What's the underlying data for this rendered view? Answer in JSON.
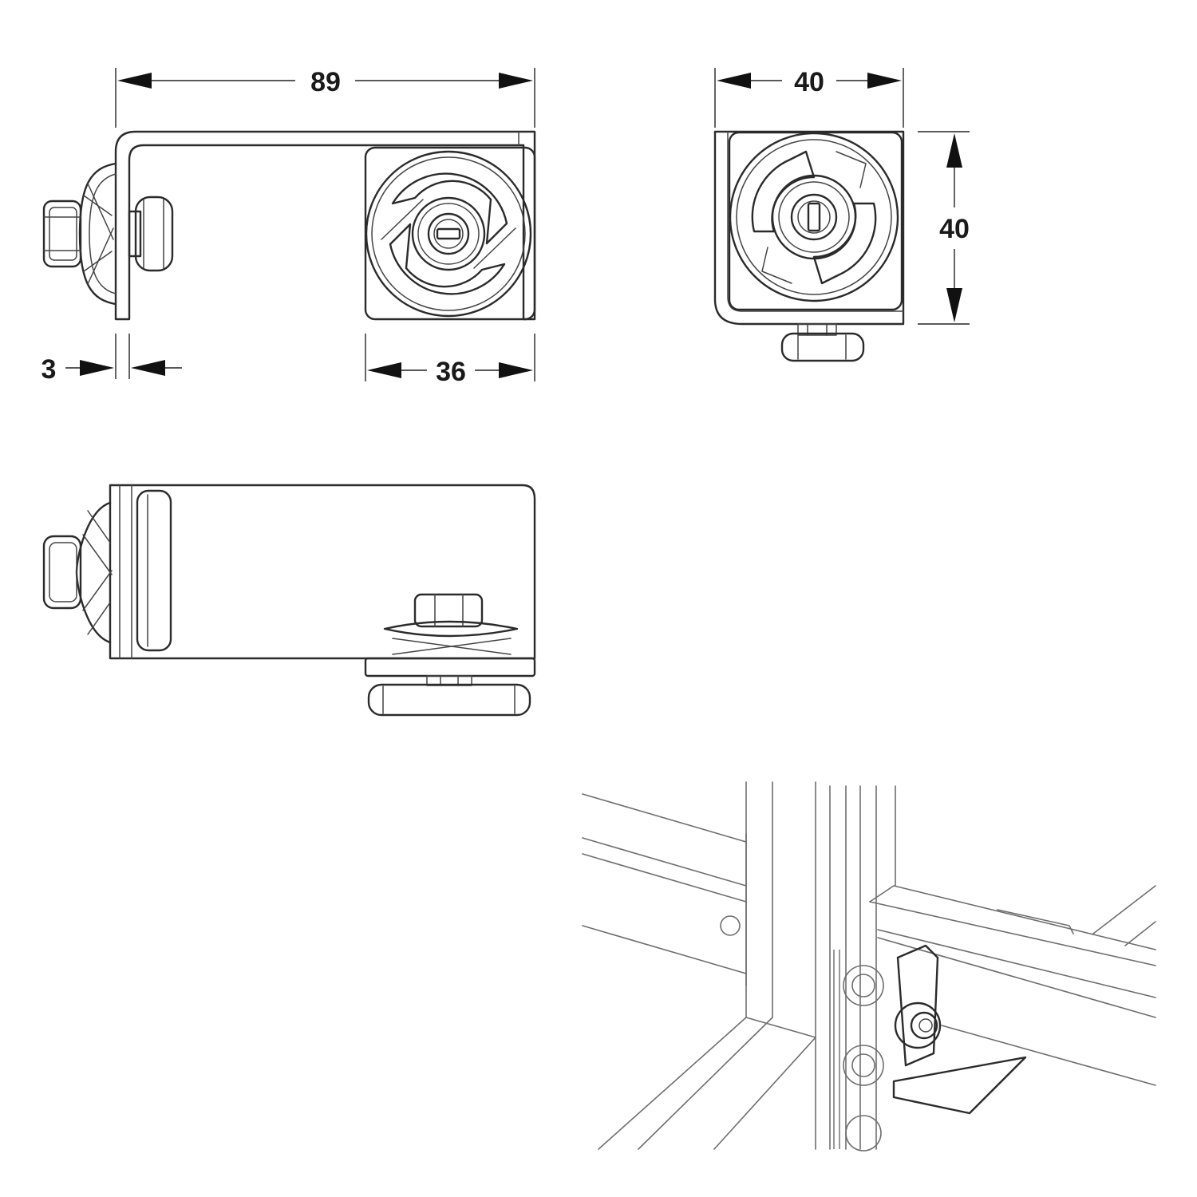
{
  "dimensions": {
    "width_89": "89",
    "wall_3": "3",
    "plate_36": "36",
    "side_width_40": "40",
    "side_height_40": "40"
  }
}
